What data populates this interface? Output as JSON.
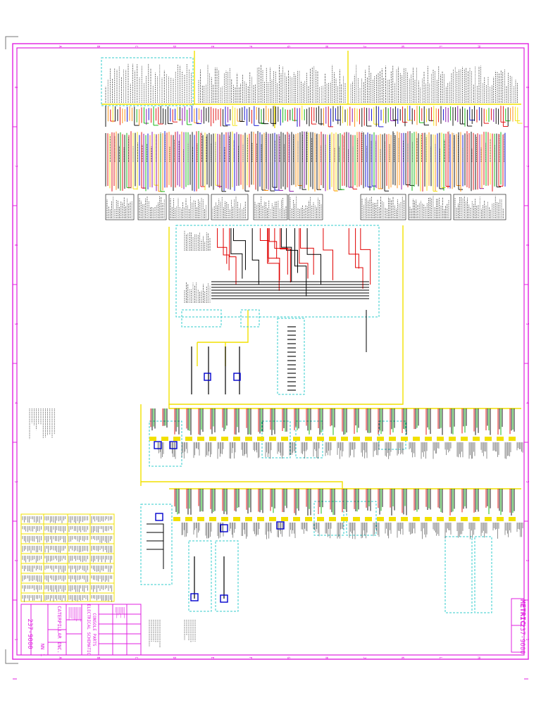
{
  "sheet": {
    "drawing_number": "237-9000",
    "drawing_number_left": "237-9000",
    "metric_label": "METRIC",
    "revision_code": "NN",
    "column_refs": [
      "A",
      "B",
      "C",
      "D",
      "E",
      "F",
      "G",
      "H",
      "J",
      "K",
      "L",
      "M"
    ],
    "row_refs": [
      "8",
      "7",
      "6",
      "5",
      "4",
      "3",
      "2",
      "1"
    ]
  },
  "title_block": {
    "company": "CATERPILLAR INC.",
    "title_line_1": "ELECTRICAL SCHEMATIC",
    "title_line_2": "CONSOLE PARTS",
    "sheet_no": "1"
  },
  "colors": {
    "border": "#e020e0",
    "bus": "#f2e000",
    "group_box": "#33cccc",
    "wire_black": "#000000",
    "wire_red": "#e00000",
    "wire_green": "#00b000",
    "wire_blue": "#0000cc",
    "wire_purple": "#8000a0",
    "wire_orange": "#ff8800"
  }
}
